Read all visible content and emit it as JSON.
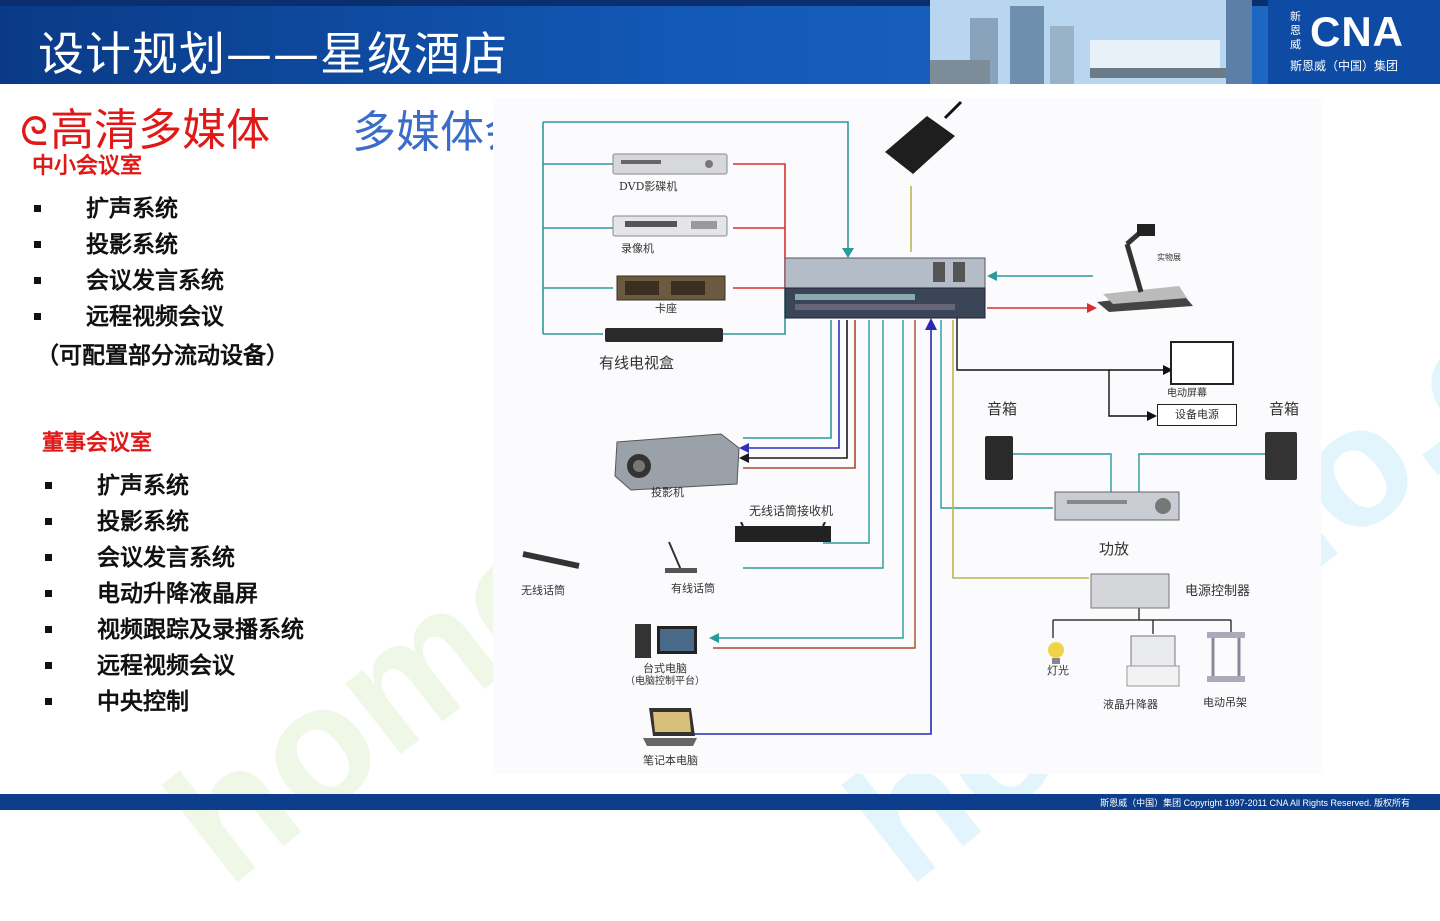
{
  "header": {
    "title": "设计规划——星级酒店",
    "logo_vertical": "新恩威",
    "logo_main": "CNA",
    "logo_sub": "斯恩威（中国）集团"
  },
  "section": {
    "bullet_symbol": "ᘓ",
    "heading": "高清多媒体",
    "subheading": "多媒体会议系统"
  },
  "small_room": {
    "title": "中小会议室",
    "items": [
      "扩声系统",
      "投影系统",
      "会议发言系统",
      "远程视频会议"
    ],
    "note": "（可配置部分流动设备）"
  },
  "board_room": {
    "title": "董事会议室",
    "items": [
      "扩声系统",
      "投影系统",
      "会议发言系统",
      "电动升降液晶屏",
      "视频跟踪及录播系统",
      "远程视频会议",
      "中央控制"
    ]
  },
  "diagram": {
    "labels": {
      "dvd": "DVD影碟机",
      "vcr": "录像机",
      "cassette": "卡座",
      "cable_tv": "有线电视盒",
      "visualizer": "实物展",
      "motor_screen": "电动屏幕",
      "device_power": "设备电源",
      "speaker_left": "音箱",
      "speaker_right": "音箱",
      "projector": "投影机",
      "wireless_receiver": "无线话筒接收机",
      "amplifier": "功放",
      "wireless_mic": "无线话筒",
      "wired_mic": "有线话筒",
      "power_controller": "电源控制器",
      "desktop_pc": "台式电脑",
      "desktop_pc_note": "（电脑控制平台）",
      "lighting": "灯光",
      "lcd_lift": "液晶升降器",
      "motor_hanger": "电动吊架",
      "laptop": "笔记本电脑"
    }
  },
  "footer": {
    "text": "斯恩威（中国）集团   Copyright 1997-2011 CNA All Rights Reserved. 版权所有"
  },
  "colors": {
    "header_blue": "#1257b4",
    "accent_red": "#e01818",
    "subheading_blue": "#3a6cc8",
    "line_teal": "#2a9a9a",
    "line_red": "#d83030",
    "line_blue": "#2a2ab0",
    "line_olive": "#b8b850"
  }
}
